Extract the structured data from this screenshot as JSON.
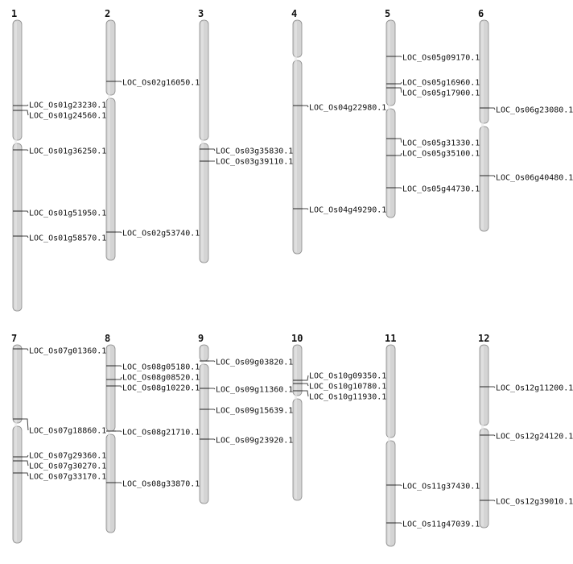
{
  "title": "Chromosome map",
  "chromosomes": [
    {
      "name": "1",
      "markers": [
        "LOC_Os01g23230.1",
        "LOC_Os01g24560.1",
        "LOC_Os01g36250.1",
        "LOC_Os01g51950.1",
        "LOC_Os01g58570.1"
      ]
    },
    {
      "name": "2",
      "markers": [
        "LOC_Os02g16050.1",
        "LOC_Os02g53740.1"
      ]
    },
    {
      "name": "3",
      "markers": [
        "LOC_Os03g35830.1",
        "LOC_Os03g39110.1"
      ]
    },
    {
      "name": "4",
      "markers": [
        "LOC_Os04g22980.1",
        "LOC_Os04g49290.1"
      ]
    },
    {
      "name": "5",
      "markers": [
        "LOC_Os05g09170.1",
        "LOC_Os05g16960.1",
        "LOC_Os05g17900.1",
        "LOC_Os05g31330.1",
        "LOC_Os05g35100.1",
        "LOC_Os05g44730.1"
      ]
    },
    {
      "name": "6",
      "markers": [
        "LOC_Os06g23080.1",
        "LOC_Os06g40480.1"
      ]
    },
    {
      "name": "7",
      "markers": [
        "LOC_Os07g01360.1",
        "LOC_Os07g18860.1",
        "LOC_Os07g29360.1",
        "LOC_Os07g30270.1",
        "LOC_Os07g33170.1"
      ]
    },
    {
      "name": "8",
      "markers": [
        "LOC_Os08g05180.1",
        "LOC_Os08g08520.1",
        "LOC_Os08g10220.1",
        "LOC_Os08g21710.1",
        "LOC_Os08g33870.1"
      ]
    },
    {
      "name": "9",
      "markers": [
        "LOC_Os09g03820.1",
        "LOC_Os09g11360.1",
        "LOC_Os09g15639.1",
        "LOC_Os09g23920.1"
      ]
    },
    {
      "name": "10",
      "markers": [
        "LOC_Os10g09350.1",
        "LOC_Os10g10780.1",
        "LOC_Os10g11930.1"
      ]
    },
    {
      "name": "11",
      "markers": [
        "LOC_Os11g37430.1",
        "LOC_Os11g47039.1"
      ]
    },
    {
      "name": "12",
      "markers": [
        "LOC_Os12g11200.1",
        "LOC_Os12g24120.1",
        "LOC_Os12g39010.1"
      ]
    }
  ],
  "colors": {
    "chromosome": "#d4d4d4",
    "outline": "#8a8a8a",
    "tick": "#444444"
  }
}
